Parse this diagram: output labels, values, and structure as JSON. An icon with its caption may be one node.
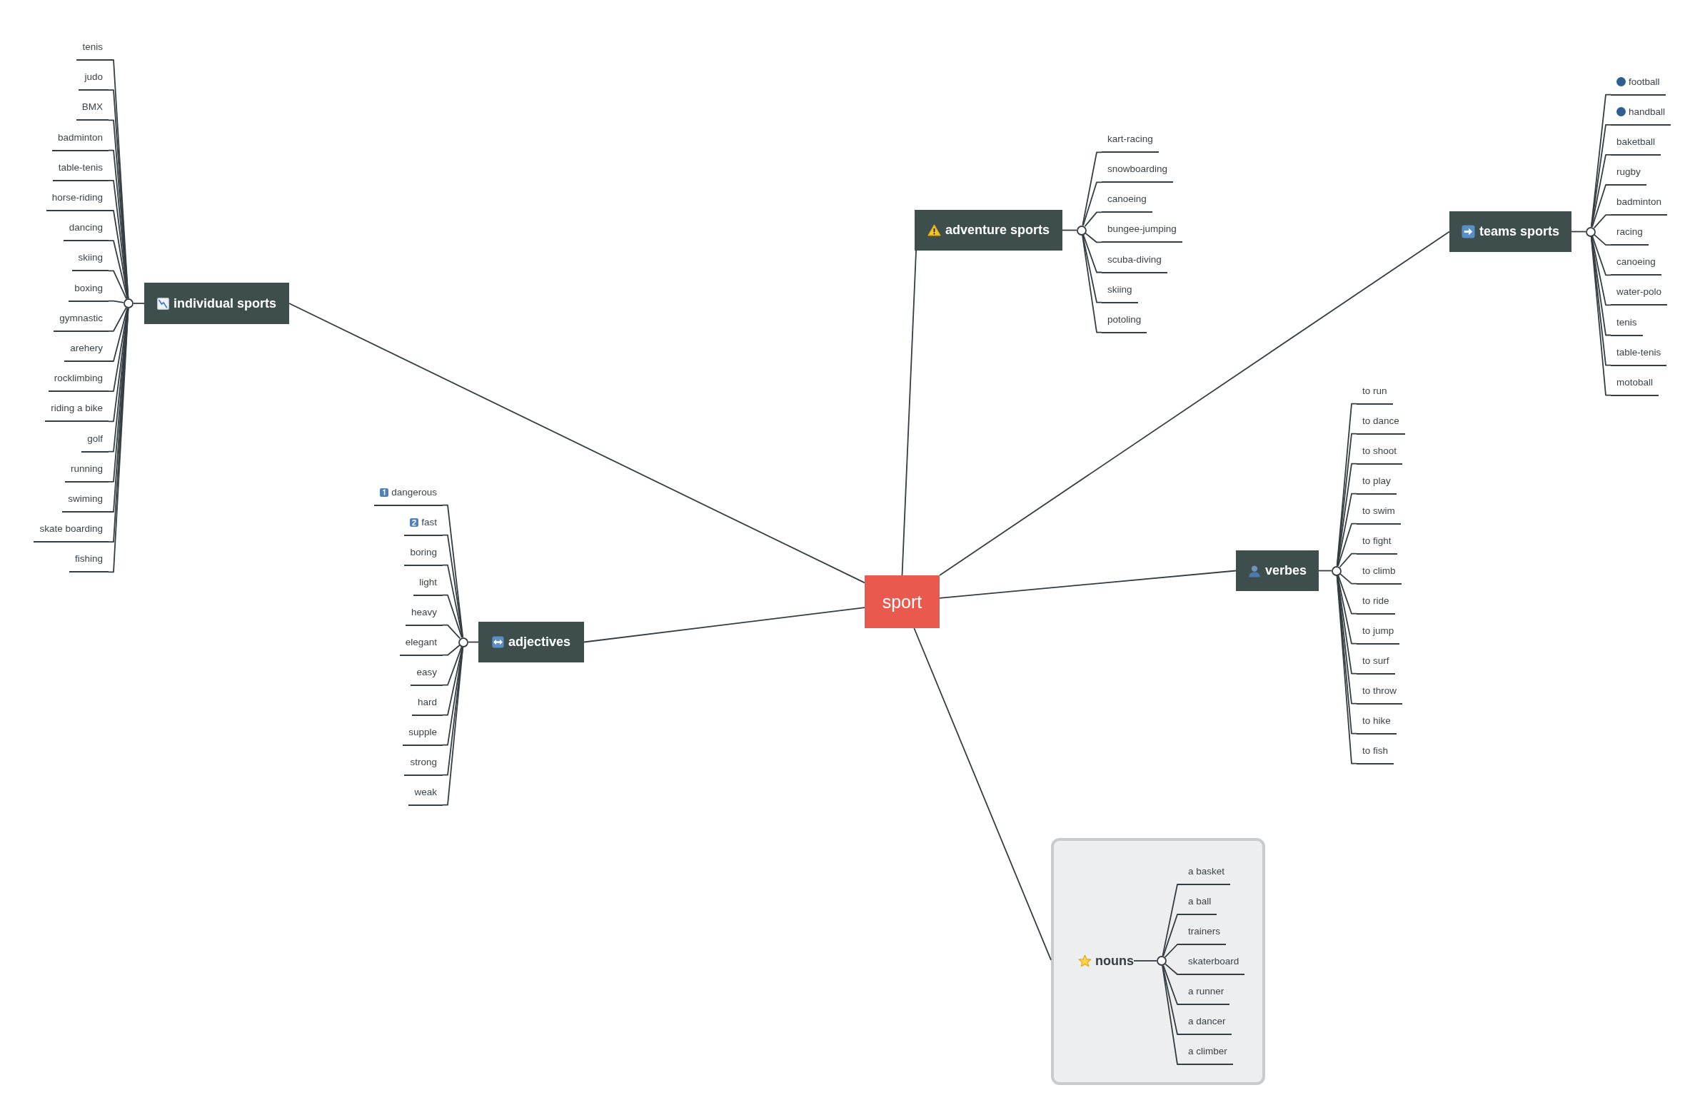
{
  "diagram": {
    "nodes": [
      {
        "text": [
          "sport"
        ]
      },
      {
        "text": [
          "individual sports"
        ]
      },
      {
        "text": [
          "tenis"
        ]
      },
      {
        "text": [
          "judo"
        ]
      },
      {
        "text": [
          "BMX"
        ]
      },
      {
        "text": [
          "badminton"
        ]
      },
      {
        "text": [
          "table-tenis"
        ]
      },
      {
        "text": [
          "horse-riding"
        ]
      },
      {
        "text": [
          "dancing"
        ]
      },
      {
        "text": [
          "skiing"
        ]
      },
      {
        "text": [
          "boxing"
        ]
      },
      {
        "text": [
          "gymnastic"
        ]
      },
      {
        "text": [
          "arehery"
        ]
      },
      {
        "text": [
          "rocklimbing"
        ]
      },
      {
        "text": [
          "riding a bike"
        ]
      },
      {
        "text": [
          "golf"
        ]
      },
      {
        "text": [
          "running"
        ]
      },
      {
        "text": [
          "swiming"
        ]
      },
      {
        "text": [
          "skate boarding"
        ]
      },
      {
        "text": [
          "fishing"
        ]
      },
      {
        "text": [
          "adventure sports"
        ]
      },
      {
        "text": [
          "kart-racing"
        ]
      },
      {
        "text": [
          "snowboarding"
        ]
      },
      {
        "text": [
          "canoeing"
        ]
      },
      {
        "text": [
          "bungee-jumping"
        ]
      },
      {
        "text": [
          "scuba-diving"
        ]
      },
      {
        "text": [
          "skiing"
        ]
      },
      {
        "text": [
          "potoling"
        ]
      },
      {
        "text": [
          "teams sports"
        ]
      },
      {
        "text": [
          "football"
        ]
      },
      {
        "text": [
          "handball"
        ]
      },
      {
        "text": [
          "baketball"
        ]
      },
      {
        "text": [
          "rugby"
        ]
      },
      {
        "text": [
          "badminton"
        ]
      },
      {
        "text": [
          "racing"
        ]
      },
      {
        "text": [
          "canoeing"
        ]
      },
      {
        "text": [
          "water-polo"
        ]
      },
      {
        "text": [
          "tenis"
        ]
      },
      {
        "text": [
          "table-tenis"
        ]
      },
      {
        "text": [
          "motoball"
        ]
      },
      {
        "text": [
          "verbes"
        ]
      },
      {
        "text": [
          "to run"
        ]
      },
      {
        "text": [
          "to dance"
        ]
      },
      {
        "text": [
          "to shoot"
        ]
      },
      {
        "text": [
          "to play"
        ]
      },
      {
        "text": [
          "to swim"
        ]
      },
      {
        "text": [
          "to fight"
        ]
      },
      {
        "text": [
          "to climb"
        ]
      },
      {
        "text": [
          "to ride"
        ]
      },
      {
        "text": [
          "to jump"
        ]
      },
      {
        "text": [
          "to surf"
        ]
      },
      {
        "text": [
          "to throw"
        ]
      },
      {
        "text": [
          "to hike"
        ]
      },
      {
        "text": [
          "to fish"
        ]
      },
      {
        "text": [
          "adjectives"
        ]
      },
      {
        "text": [
          "dangerous"
        ]
      },
      {
        "text": [
          "fast"
        ]
      },
      {
        "text": [
          "boring"
        ]
      },
      {
        "text": [
          "light"
        ]
      },
      {
        "text": [
          "heavy"
        ]
      },
      {
        "text": [
          "elegant"
        ]
      },
      {
        "text": [
          "easy"
        ]
      },
      {
        "text": [
          "hard"
        ]
      },
      {
        "text": [
          "supple"
        ]
      },
      {
        "text": [
          "strong"
        ]
      },
      {
        "text": [
          "weak"
        ]
      },
      {
        "text": [],
        "shape": "box"
      },
      {
        "text": [
          "nouns"
        ],
        "in": 66
      },
      {
        "text": [
          "a basket"
        ],
        "in": 66
      },
      {
        "text": [
          "a ball"
        ],
        "in": 66
      },
      {
        "text": [
          "trainers"
        ],
        "in": 66
      },
      {
        "text": [
          "skaterboard"
        ],
        "in": 66
      },
      {
        "text": [
          "a runner"
        ],
        "in": 66
      },
      {
        "text": [
          "a dancer"
        ],
        "in": 66
      },
      {
        "text": [
          "a climber"
        ],
        "in": 66
      },
      {
        "text": [],
        "shape": "circle"
      },
      {
        "text": [],
        "shape": "circle"
      },
      {
        "text": [],
        "shape": "circle"
      },
      {
        "text": [],
        "shape": "circle"
      },
      {
        "text": [],
        "shape": "circle"
      },
      {
        "text": [],
        "shape": "circle",
        "in": 66
      }
    ],
    "edges": [
      {
        "from": 0,
        "to": 1,
        "arrow": "none"
      },
      {
        "from": 0,
        "to": 20,
        "arrow": "none"
      },
      {
        "from": 0,
        "to": 28,
        "arrow": "none"
      },
      {
        "from": 0,
        "to": 40,
        "arrow": "none"
      },
      {
        "from": 0,
        "to": 54,
        "arrow": "none"
      },
      {
        "from": 0,
        "to": 66,
        "arrow": "none"
      },
      {
        "from": 1,
        "to": 75,
        "arrow": "none"
      },
      {
        "from": 75,
        "to": 2,
        "arrow": "none"
      },
      {
        "from": 75,
        "to": 3,
        "arrow": "none"
      },
      {
        "from": 75,
        "to": 4,
        "arrow": "none"
      },
      {
        "from": 75,
        "to": 5,
        "arrow": "none"
      },
      {
        "from": 75,
        "to": 6,
        "arrow": "none"
      },
      {
        "from": 75,
        "to": 7,
        "arrow": "none"
      },
      {
        "from": 75,
        "to": 8,
        "arrow": "none"
      },
      {
        "from": 75,
        "to": 9,
        "arrow": "none"
      },
      {
        "from": 75,
        "to": 10,
        "arrow": "none"
      },
      {
        "from": 75,
        "to": 11,
        "arrow": "none"
      },
      {
        "from": 75,
        "to": 12,
        "arrow": "none"
      },
      {
        "from": 75,
        "to": 13,
        "arrow": "none"
      },
      {
        "from": 75,
        "to": 14,
        "arrow": "none"
      },
      {
        "from": 75,
        "to": 15,
        "arrow": "none"
      },
      {
        "from": 75,
        "to": 16,
        "arrow": "none"
      },
      {
        "from": 75,
        "to": 17,
        "arrow": "none"
      },
      {
        "from": 75,
        "to": 18,
        "arrow": "none"
      },
      {
        "from": 75,
        "to": 19,
        "arrow": "none"
      },
      {
        "from": 20,
        "to": 76,
        "arrow": "none"
      },
      {
        "from": 76,
        "to": 21,
        "arrow": "none"
      },
      {
        "from": 76,
        "to": 22,
        "arrow": "none"
      },
      {
        "from": 76,
        "to": 23,
        "arrow": "none"
      },
      {
        "from": 76,
        "to": 24,
        "arrow": "none"
      },
      {
        "from": 76,
        "to": 25,
        "arrow": "none"
      },
      {
        "from": 76,
        "to": 26,
        "arrow": "none"
      },
      {
        "from": 76,
        "to": 27,
        "arrow": "none"
      },
      {
        "from": 28,
        "to": 77,
        "arrow": "none"
      },
      {
        "from": 77,
        "to": 29,
        "arrow": "none"
      },
      {
        "from": 77,
        "to": 30,
        "arrow": "none"
      },
      {
        "from": 77,
        "to": 31,
        "arrow": "none"
      },
      {
        "from": 77,
        "to": 32,
        "arrow": "none"
      },
      {
        "from": 77,
        "to": 33,
        "arrow": "none"
      },
      {
        "from": 77,
        "to": 34,
        "arrow": "none"
      },
      {
        "from": 77,
        "to": 35,
        "arrow": "none"
      },
      {
        "from": 77,
        "to": 36,
        "arrow": "none"
      },
      {
        "from": 77,
        "to": 37,
        "arrow": "none"
      },
      {
        "from": 77,
        "to": 38,
        "arrow": "none"
      },
      {
        "from": 77,
        "to": 39,
        "arrow": "none"
      },
      {
        "from": 40,
        "to": 78,
        "arrow": "none"
      },
      {
        "from": 78,
        "to": 41,
        "arrow": "none"
      },
      {
        "from": 78,
        "to": 42,
        "arrow": "none"
      },
      {
        "from": 78,
        "to": 43,
        "arrow": "none"
      },
      {
        "from": 78,
        "to": 44,
        "arrow": "none"
      },
      {
        "from": 78,
        "to": 45,
        "arrow": "none"
      },
      {
        "from": 78,
        "to": 46,
        "arrow": "none"
      },
      {
        "from": 78,
        "to": 47,
        "arrow": "none"
      },
      {
        "from": 78,
        "to": 48,
        "arrow": "none"
      },
      {
        "from": 78,
        "to": 49,
        "arrow": "none"
      },
      {
        "from": 78,
        "to": 50,
        "arrow": "none"
      },
      {
        "from": 78,
        "to": 51,
        "arrow": "none"
      },
      {
        "from": 78,
        "to": 52,
        "arrow": "none"
      },
      {
        "from": 78,
        "to": 53,
        "arrow": "none"
      },
      {
        "from": 54,
        "to": 79,
        "arrow": "none"
      },
      {
        "from": 79,
        "to": 55,
        "arrow": "none"
      },
      {
        "from": 79,
        "to": 56,
        "arrow": "none"
      },
      {
        "from": 79,
        "to": 57,
        "arrow": "none"
      },
      {
        "from": 79,
        "to": 58,
        "arrow": "none"
      },
      {
        "from": 79,
        "to": 59,
        "arrow": "none"
      },
      {
        "from": 79,
        "to": 60,
        "arrow": "none"
      },
      {
        "from": 79,
        "to": 61,
        "arrow": "none"
      },
      {
        "from": 79,
        "to": 62,
        "arrow": "none"
      },
      {
        "from": 79,
        "to": 63,
        "arrow": "none"
      },
      {
        "from": 79,
        "to": 64,
        "arrow": "none"
      },
      {
        "from": 79,
        "to": 65,
        "arrow": "none"
      },
      {
        "from": 67,
        "to": 80,
        "arrow": "none"
      },
      {
        "from": 80,
        "to": 68,
        "arrow": "none"
      },
      {
        "from": 80,
        "to": 69,
        "arrow": "none"
      },
      {
        "from": 80,
        "to": 70,
        "arrow": "none"
      },
      {
        "from": 80,
        "to": 71,
        "arrow": "none"
      },
      {
        "from": 80,
        "to": 72,
        "arrow": "none"
      },
      {
        "from": 80,
        "to": 73,
        "arrow": "none"
      },
      {
        "from": 80,
        "to": 74,
        "arrow": "none"
      }
    ]
  }
}
